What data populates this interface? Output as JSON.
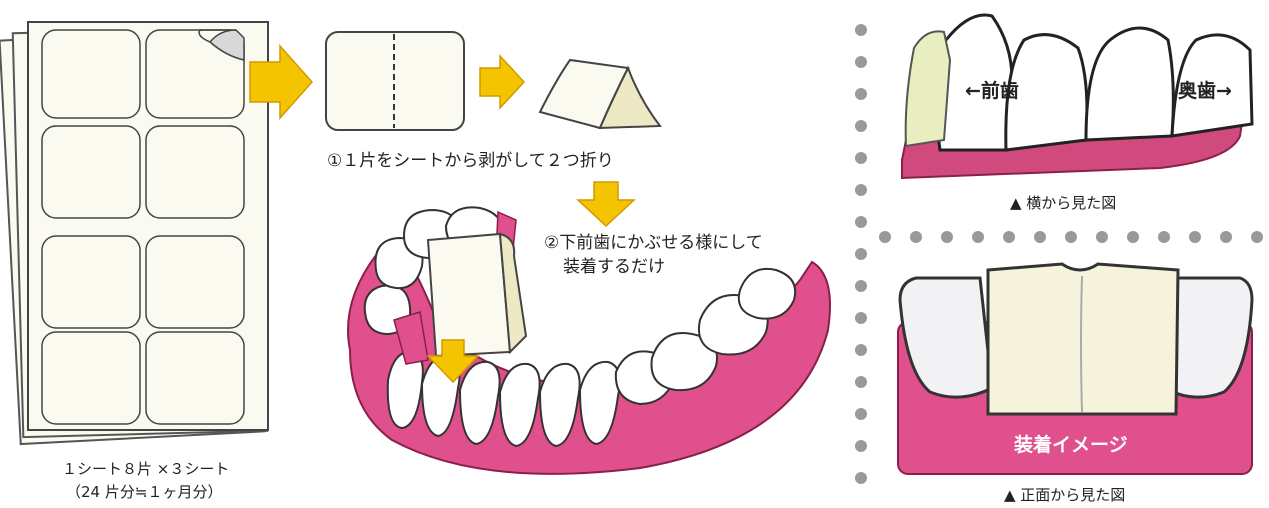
{
  "labels": {
    "sheet_caption_line1": "１シート８片 ×３シート",
    "sheet_caption_line2": "（24 片分≒１ヶ月分）",
    "step1": "①１片をシートから剥がして２つ折り",
    "step2_line1": "②下前歯にかぶせる様にして",
    "step2_line2": "装着するだけ",
    "front_teeth": "←前歯",
    "back_teeth": "奥歯→",
    "side_view": "▲ 横から見た図",
    "wear_image": "装着イメージ",
    "front_view": "▲ 正面から見た図"
  },
  "colors": {
    "arrow": "#f5c400",
    "gum": "#e0508c",
    "sheet": "#fbfaf0",
    "tooth": "#ffffff",
    "strip": "#e8eec0"
  }
}
